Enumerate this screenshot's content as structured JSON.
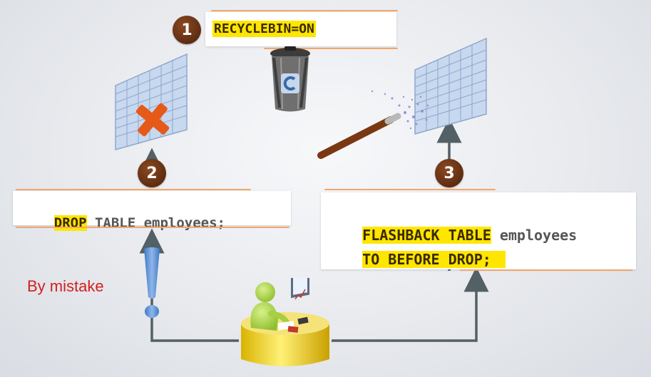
{
  "steps": {
    "one": "1",
    "two": "2",
    "three": "3"
  },
  "recyclebin": {
    "setting": "RECYCLEBIN=ON"
  },
  "drop_statement": {
    "keyword": "DROP",
    "rest": " TABLE employees;"
  },
  "flashback_statement": {
    "line1_highlight": "FLASHBACK TABLE",
    "line1_rest": " employees",
    "line2_highlight": "TO BEFORE DROP;"
  },
  "annotation": {
    "by_mistake": "By mistake"
  },
  "icons": {
    "trash": "recycle-bin-icon",
    "dropped_table": "dropped-table-icon",
    "restored_table": "restored-table-icon",
    "wand": "magic-wand-icon",
    "exclamation": "exclamation-icon",
    "user": "user-at-desk-icon"
  },
  "colors": {
    "highlight": "#ffe600",
    "step_circle": "#6b3515",
    "accent_rule": "#f3a66a",
    "warning_text": "#d4201c",
    "table_grid": "#b9cce8"
  }
}
